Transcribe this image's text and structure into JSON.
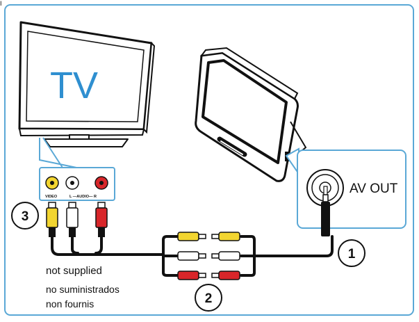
{
  "corner_mark": "I",
  "tv_label": "TV",
  "jack_labels": {
    "video": "VIDEO",
    "audio": "L —AUDIO— R"
  },
  "av_out_label": "AV OUT",
  "callouts": [
    "1",
    "2",
    "3"
  ],
  "notes": {
    "en": "not supplied",
    "es": "no suministrados",
    "fr": "non fournis"
  },
  "colors": {
    "frame": "#5aa8d6",
    "video_plug": "#f2d530",
    "audio_left_plug": "#ffffff",
    "audio_right_plug": "#d8262a",
    "tv_text": "#2f8fd0",
    "outline": "#111111"
  }
}
